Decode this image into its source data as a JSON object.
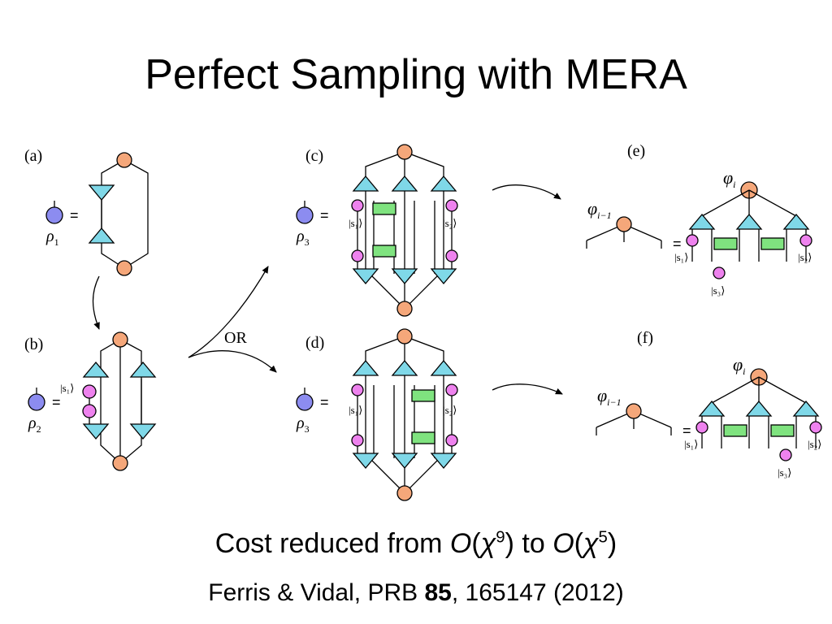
{
  "title": "Perfect Sampling with MERA",
  "panels": {
    "a": "(a)",
    "b": "(b)",
    "c": "(c)",
    "d": "(d)",
    "e": "(e)",
    "f": "(f)"
  },
  "or_label": "OR",
  "equals": "=",
  "symbols": {
    "rho": "ρ",
    "sub1": "1",
    "sub2": "2",
    "sub3": "3",
    "phi": "φ",
    "phi_i": "i",
    "phi_im1": "i−1"
  },
  "kets": {
    "s1": "|s₁⟩",
    "s2": "|s₂⟩",
    "s3": "|s₃⟩"
  },
  "footer": {
    "cost_pre": "Cost reduced from ",
    "cost_O": "O",
    "cost_chi": "χ",
    "exp_before": "9",
    "cost_mid": " to ",
    "exp_after": "5",
    "ref_pre": "Ferris & Vidal, PRB ",
    "ref_vol": "85",
    "ref_post": ", 165147 (2012)"
  },
  "colors": {
    "orange": "#f5a77a",
    "cyan": "#7fd8e8",
    "pink": "#ee82ee",
    "green": "#7fe37f",
    "blue": "#8c8cf0"
  }
}
